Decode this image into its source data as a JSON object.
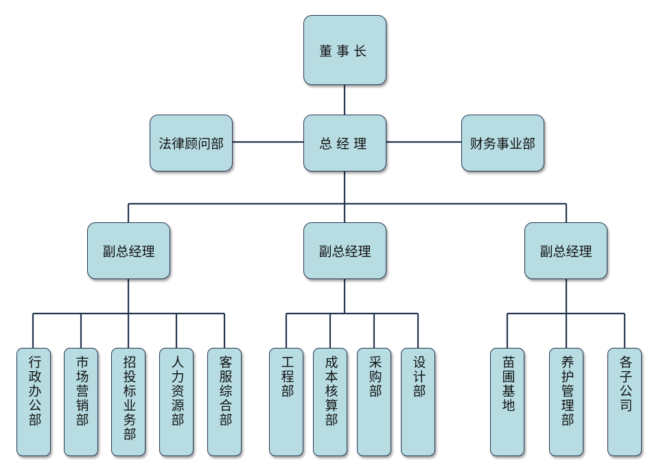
{
  "chairman": "董事长",
  "general_manager": "总经理",
  "legal_dept": "法律顾问部",
  "finance_dept": "财务事业部",
  "deputy_gm": [
    "副总经理",
    "副总经理",
    "副总经理"
  ],
  "group1": [
    "行政办公部",
    "市场营销部",
    "招投标业务部",
    "人力资源部",
    "客服综合部"
  ],
  "group2": [
    "工程部",
    "成本核算部",
    "采购部",
    "设计部"
  ],
  "group3": [
    "苗圃基地",
    "养护管理部",
    "各子公司"
  ]
}
